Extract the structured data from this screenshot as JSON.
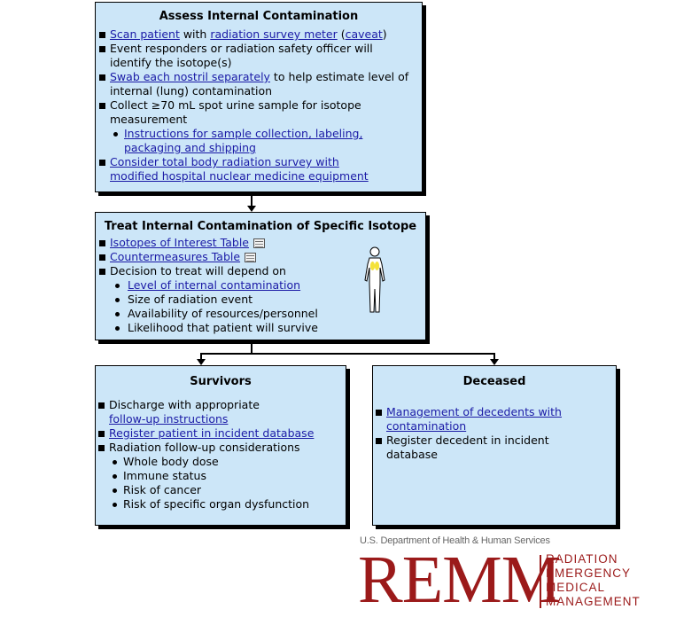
{
  "assess": {
    "title": "Assess Internal Contamination",
    "b1_link1": "Scan patient",
    "b1_text1": " with ",
    "b1_link2": "radiation survey meter",
    "b1_text2": " (",
    "b1_link3": "caveat",
    "b1_text3": ")",
    "b2": "Event responders or radiation safety officer will identify the isotope(s)",
    "b3_link": "Swab each nostril separately",
    "b3_text": " to help estimate level of internal (lung) contamination",
    "b4": "Collect ≥70 mL spot urine sample for isotope measurement",
    "b4_sub_link": "Instructions for sample collection, labeling, packaging and shipping",
    "b5_link": "Consider total body radiation survey with modified hospital nuclear medicine equipment"
  },
  "treat": {
    "title": "Treat Internal Contamination of Specific Isotope",
    "b1_link": "Isotopes of Interest Table",
    "b2_link": "Countermeasures Table",
    "b3": "Decision to treat will depend on",
    "sub1_link": "Level of internal contamination",
    "sub2": "Size of radiation event",
    "sub3": "Availability of resources/personnel",
    "sub4": "Likelihood that patient will survive"
  },
  "survivors": {
    "title": "Survivors",
    "b1_text": "Discharge with appropriate",
    "b1_link": "follow-up instructions",
    "b2_link": "Register patient in incident database",
    "b3": "Radiation follow-up considerations",
    "sub1": "Whole body dose",
    "sub2": "Immune status",
    "sub3": "Risk of cancer",
    "sub4": "Risk of specific organ dysfunction"
  },
  "deceased": {
    "title": "Deceased",
    "b1_link": "Management of decedents with contamination",
    "b2": "Register decedent in incident database"
  },
  "logo": {
    "hhs": "U.S. Department of Health & Human Services",
    "name": "REMM",
    "line1": "RADIATION",
    "line2": "EMERGENCY",
    "line3": "MEDICAL",
    "line4": "MANAGEMENT"
  },
  "colors": {
    "box_fill": "#cce6f8",
    "link": "#1a1aa6",
    "logo": "#9b1a1a"
  },
  "icons": [
    "table-icon",
    "body-lungs-icon",
    "arrow-down-icon"
  ]
}
